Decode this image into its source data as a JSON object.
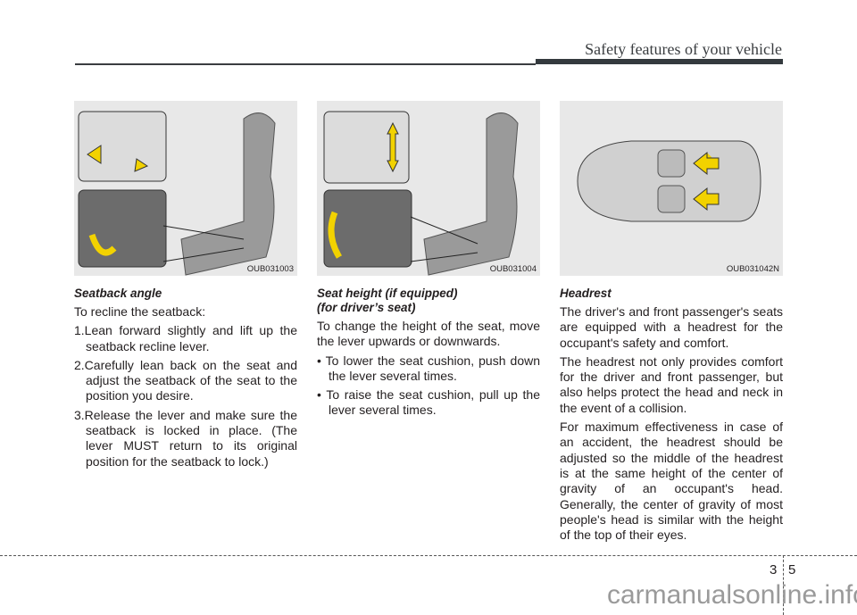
{
  "header": {
    "title": "Safety features of your vehicle"
  },
  "columns": [
    {
      "caption": "OUB031003",
      "heading": "Seatback angle",
      "paragraphs": [
        "To recline the seatback:"
      ],
      "items": [
        "1.Lean forward slightly and lift up the seatback recline lever.",
        "2.Carefully lean back on the seat and adjust the seatback of the seat to the position you desire.",
        "3.Release the lever and make sure the seatback is locked in place. (The lever MUST return to its original position for the seatback to lock.)"
      ]
    },
    {
      "caption": "OUB031004",
      "heading": "Seat height (if equipped)",
      "heading2": "(for driver’s seat)",
      "paragraphs": [
        "To change the height of the seat, move the lever upwards or downwards."
      ],
      "items": [
        "• To lower the seat cushion, push down the lever several times.",
        "• To raise the seat cushion, pull up the lever several times."
      ]
    },
    {
      "caption": "OUB031042N",
      "heading": "Headrest",
      "paragraphs": [
        "The driver's and front passenger's seats are equipped with a headrest for the occupant's safety and comfort.",
        "The headrest not only provides comfort for the driver and front passenger, but also helps protect the head and neck in the event of a collision.",
        "For maximum effectiveness in case of an accident, the headrest should be adjusted so the middle of the headrest is at the same height of the center of gravity of an occupant's head. Generally, the center of gravity of most people's head is similar with the height of the top of their eyes."
      ],
      "items": []
    }
  ],
  "footer": {
    "section": "3",
    "page": "5",
    "watermark": "carmanualsonline.info"
  }
}
